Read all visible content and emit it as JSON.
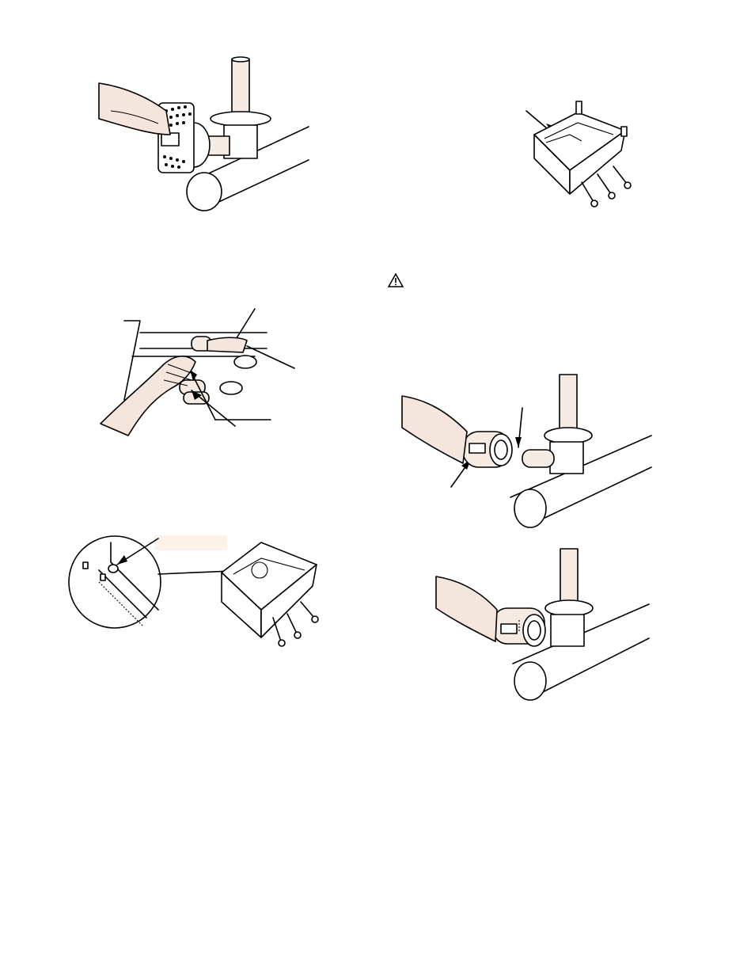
{
  "page": {
    "figures": [
      {
        "id": "burner-air-shutter-orifice",
        "description_icon": "burner-shutter-icon"
      },
      {
        "id": "burner-tray-arrow",
        "description_icon": "burner-tray-icon"
      },
      {
        "id": "burner-installation-hand",
        "description_icon": "hand-install-icon"
      },
      {
        "id": "burner-tray-detail-circle",
        "description_icon": "magnifier-detail-icon"
      },
      {
        "id": "burner-onto-orifice-arrows",
        "description_icon": "orifice-arrow-icon"
      },
      {
        "id": "burner-on-orifice",
        "description_icon": "burner-mounted-icon"
      }
    ],
    "warning_icon": "warning-triangle-icon",
    "colors": {
      "skin": "#f4e6dc",
      "tan": "#f6ebe2",
      "line": "#000000"
    }
  }
}
